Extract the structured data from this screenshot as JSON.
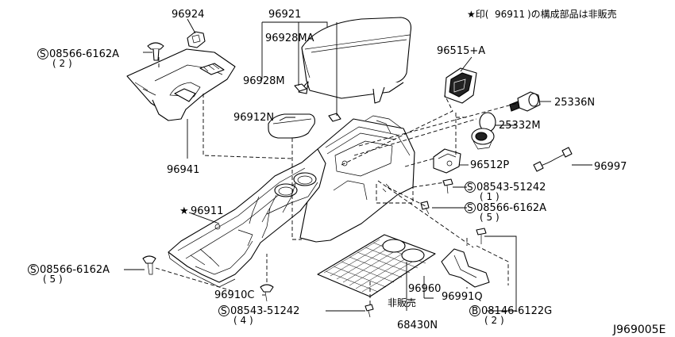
{
  "note": {
    "prefix": "★印(",
    "part": "96911",
    "suffix": ")の構成部品は非販売"
  },
  "drawing_id": "J969005E",
  "parts": {
    "p96924": "96924",
    "p96921": "96921",
    "p96928ma": "96928MA",
    "p96928m": "96928M",
    "p96515a": "96515+A",
    "p25336n": "25336N",
    "p25332m": "25332M",
    "p96912n": "96912N",
    "p96941": "96941",
    "p96512p": "96512P",
    "p96997": "96997",
    "p96911": "96911",
    "p96910c": "96910C",
    "p96960": "96960",
    "p96991q": "96991Q",
    "p68430n": "68430N",
    "hinbai": "非販売"
  },
  "fasteners": {
    "f1": {
      "code": "08566-6162A",
      "qty": "( 2 )",
      "symbol": "S"
    },
    "f2": {
      "code": "08543-51242",
      "qty": "( 1 )",
      "symbol": "S"
    },
    "f3": {
      "code": "08566-6162A",
      "qty": "( 5 )",
      "symbol": "S"
    },
    "f4": {
      "code": "08566-6162A",
      "qty": "( 5 )",
      "symbol": "S"
    },
    "f5": {
      "code": "08543-51242",
      "qty": "( 4 )",
      "symbol": "S"
    },
    "f6": {
      "code": "08146-6122G",
      "qty": "( 2 )",
      "symbol": "B"
    }
  },
  "star": "★"
}
